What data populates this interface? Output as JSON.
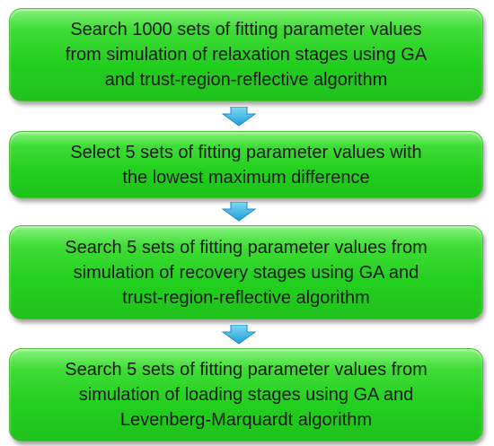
{
  "steps": [
    {
      "lines": [
        "Search 1000 sets of fitting parameter values",
        "from simulation of relaxation stages using GA",
        "and trust-region-reflective algorithm"
      ]
    },
    {
      "lines": [
        "Select 5 sets of fitting parameter values with",
        "the lowest maximum difference"
      ]
    },
    {
      "lines": [
        "Search 5 sets of fitting parameter values from",
        "simulation of recovery stages using GA and",
        "trust-region-reflective algorithm"
      ]
    },
    {
      "lines": [
        "Search 5 sets of fitting parameter values from",
        "simulation of loading stages using GA and",
        "Levenberg-Marquardt algorithm"
      ]
    }
  ],
  "colors": {
    "box_fill": "#22cf1e",
    "box_highlight": "#86f27a",
    "arrow_fill": "#2ab0e6",
    "text": "#1a1a1a"
  },
  "icons": {
    "connector": "down-arrow-icon"
  }
}
